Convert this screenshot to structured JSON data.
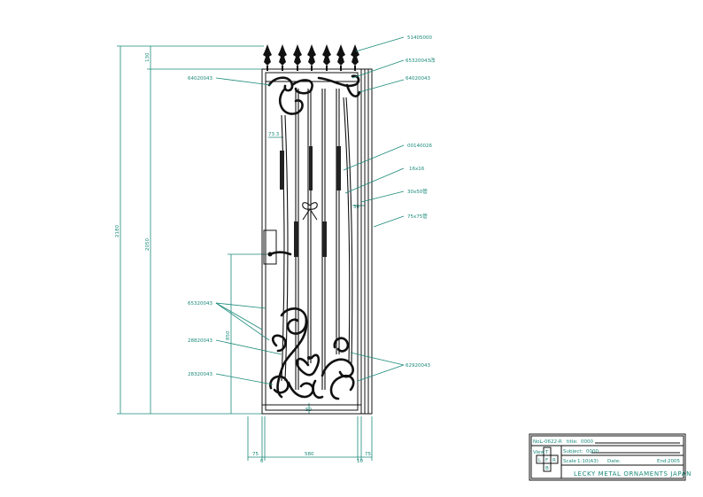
{
  "callouts": {
    "finial": "51405000",
    "top_right_scroll": "65320043改",
    "right_scroll": "64020043",
    "top_left_scroll": "64020043",
    "twisted_bar": "00140026",
    "bar_size": "16x16",
    "rail_size": "30x50管",
    "post_size": "75x75管",
    "left_scroll_group": "65320043",
    "mid_left_scroll": "28820043",
    "bottom_left_scroll": "28320043",
    "bottom_right_scroll": "62920043"
  },
  "dimensions": {
    "total_height": "2180",
    "door_height": "2050",
    "top_height": "130",
    "handle_height": "850",
    "bottom_gap": "50",
    "spacing_label": "73.3",
    "width_main": "580",
    "width_left": "75",
    "width_right": "75",
    "small_left": "6",
    "small_right": "10",
    "rail_gap": "30"
  },
  "title_block": {
    "no_label": "No.",
    "drawing_no": "L-0622-R",
    "title_label": "title:",
    "title_value": "0000",
    "subject_label": "Subject:",
    "subject_value": "0000",
    "scale_label": "Scale",
    "scale_value": "1:10(A3)",
    "date_label": "Date:",
    "end_label": "End:",
    "end_value": "2005",
    "view_label": "View",
    "view_letters": [
      "T",
      "L",
      "F",
      "R",
      "B"
    ],
    "company": "LECKY METAL ORNAMENTS JAPAN"
  }
}
